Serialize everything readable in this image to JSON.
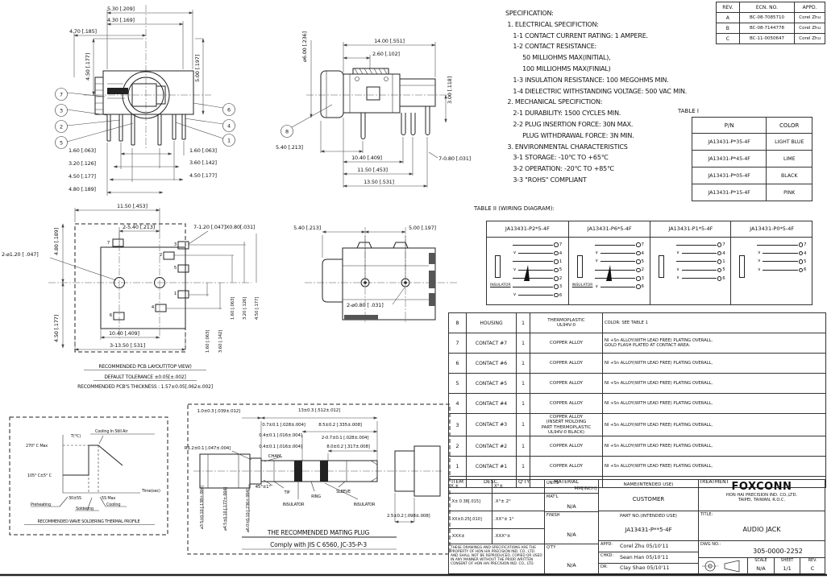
{
  "spec": {
    "lines": [
      "SPECIFICATION:",
      " 1. ELECTRICAL SPECIFICTION:",
      "    1-1 CONTACT CURRENT RATING: 1 AMPERE.",
      "    1-2 CONTACT RESISTANCE:",
      "         50 MILLIOHMS MAX(INITIAL),",
      "         100 MILLIOHMS MAX(FINIAL)",
      "    1-3 INSULATION RESISTANCE: 100 MEGOHMS MIN.",
      "    1-4 DIELECTRIC WITHSTANDING VOLTAGE: 500 VAC MIN.",
      " 2. MECHANICAL SPECIFICTION:",
      "    2-1 DURABILITY: 1500 CYCLES MIN.",
      "    2-2 PLUG INSERTION FORCE: 30N MAX.",
      "         PLUG WITHDRAWAL FORCE: 3N MIN.",
      " 3. ENVIRONMENTAL CHARACTERISTICS",
      "    3-1 STORAGE: -10℃ TO +65℃",
      "    3-2 OPERATION: -20℃ TO +85℃",
      "    3-3 \"ROHS\" COMPLIANT"
    ]
  },
  "rev": {
    "headers": [
      "REV.",
      "ECN. NO.",
      "APPD."
    ],
    "rows": [
      [
        "A",
        "BC-08-7085710",
        "Corel Zhu"
      ],
      [
        "B",
        "BC-08-7144778",
        "Corel Zhu"
      ],
      [
        "C",
        "BC-11-0050647",
        "Corel Zhu"
      ]
    ]
  },
  "table1": {
    "title": "TABLE I",
    "col_pn": "P/N",
    "col_color": "COLOR",
    "rows": [
      [
        "JA13431-P*35-4F",
        "LIGHT BLUE"
      ],
      [
        "JA13431-P*45-4F",
        "LIME"
      ],
      [
        "JA13431-P*05-4F",
        "BLACK"
      ],
      [
        "JA13431-P*15-4F",
        "PINK"
      ]
    ]
  },
  "table2": {
    "title": "TABLE II (WIRING DIAGRAM):",
    "insulator_label": "INSULATOR",
    "columns": [
      {
        "pn": "JA13431-P2*5-4F",
        "pins": [
          {
            "sw": "",
            "n": "7"
          },
          {
            "sw": "∨",
            "n": "4"
          },
          {
            "sw": "",
            "n": "1"
          },
          {
            "sw": "∨",
            "n": "5"
          },
          {
            "sw": "",
            "n": "2"
          },
          {
            "sw": "",
            "n": "3"
          },
          {
            "sw": "∨",
            "n": "6"
          }
        ]
      },
      {
        "pn": "JA13431-P6*5-4F",
        "pins": [
          {
            "sw": "",
            "n": "7"
          },
          {
            "sw": "∨",
            "n": "4"
          },
          {
            "sw": "∨",
            "n": "5"
          },
          {
            "sw": "",
            "n": "2"
          },
          {
            "sw": "",
            "n": "3"
          },
          {
            "sw": "∨",
            "n": "6"
          }
        ]
      },
      {
        "pn": "JA13431-P1*5-4F",
        "pins": [
          {
            "sw": "",
            "n": "7"
          },
          {
            "sw": "∨",
            "n": "4"
          },
          {
            "sw": "",
            "n": "1"
          },
          {
            "sw": "∨",
            "n": "5"
          },
          {
            "sw": "∨",
            "n": "6"
          }
        ]
      },
      {
        "pn": "JA13431-P0*5-4F",
        "pins": [
          {
            "sw": "",
            "n": "7"
          },
          {
            "sw": "∨",
            "n": "4"
          },
          {
            "sw": "∨",
            "n": "5"
          },
          {
            "sw": "∨",
            "n": "6"
          }
        ]
      }
    ]
  },
  "parts": {
    "rows": [
      {
        "item": "8",
        "desc": "HOUSING",
        "qty": "1",
        "mat": "THERMOPLASTIC\nUL94V-0",
        "trt": "COLOR: SEE TABLE 1"
      },
      {
        "item": "7",
        "desc": "CONTACT #7",
        "qty": "1",
        "mat": "COPPER ALLOY",
        "trt": "NI +Sn ALLOY(WITH LEAD FREE) PLATING OVERALL,\nGOLD FLASH PLATED  AT CONTACT AREA."
      },
      {
        "item": "6",
        "desc": "CONTACT #6",
        "qty": "1",
        "mat": "COPPER ALLOY",
        "trt": "NI +Sn ALLOY(WITH LEAD FREE) PLATING OVERALL,"
      },
      {
        "item": "5",
        "desc": "CONTACT #5",
        "qty": "1",
        "mat": "COPPER ALLOY",
        "trt": "NI +Sn ALLOY(WITH LEAD FREE) PLATING OVERALL,"
      },
      {
        "item": "4",
        "desc": "CONTACT #4",
        "qty": "1",
        "mat": "COPPER ALLOY",
        "trt": "NI +Sn ALLOY(WITH LEAD FREE) PLATING OVERALL,"
      },
      {
        "item": "3",
        "desc": "CONTACT #3",
        "qty": "1",
        "mat": "COPPER ALLOY\n(INSERT MOLDING\nPART THERMOPLASTIC\nUL94V-0  BLACK)",
        "trt": "NI +Sn ALLOY(WITH LEAD FREE) PLATING OVERALL,"
      },
      {
        "item": "2",
        "desc": "CONTACT #2",
        "qty": "1",
        "mat": "COPPER ALLOY",
        "trt": "NI +Sn ALLOY(WITH LEAD FREE) PLATING OVERALL,"
      },
      {
        "item": "1",
        "desc": "CONTACT #1",
        "qty": "1",
        "mat": "COPPER ALLOY",
        "trt": "NI +Sn ALLOY(WITH LEAD FREE) PLATING OVERALL,"
      }
    ],
    "footer": [
      "ITEM",
      "DESC.",
      "Q'TY",
      "MATERIAL",
      "TREATMENT"
    ]
  },
  "tblock": {
    "tol_r1c1": "X.±",
    "tol_r1c2": "X°±",
    "tol_r2c1": ".X± 0.38[.015]",
    "tol_r2c2": ".X°± 2°",
    "tol_r3c1": ".XX±0.25[.010]",
    "tol_r3c2": ".XX°± 1°",
    "tol_r4c1": ".XXX±",
    "tol_r4c2": ".XXX°±",
    "legal": "THESE DRAWINGS AND SPECIFICATIONS ARE THE PROPERTY OF HON HAI PRECISION IND. CO., LTD. AND SHALL NOT BE REPRODUCED, COPIED OR USED IN ANY MANNER WITHOUT THE PRIOR WRITTEN CONSENT OF HON HAI PRECISION IND. CO., LTD.",
    "units_label": "UNITS",
    "units_value": "MM[INCH]",
    "matl_label": "MAT'L",
    "matl_value": "N/A",
    "finish_label": "FINISH",
    "finish_value": "N/A",
    "qty_label": "Q'TY",
    "qty_value": "N/A",
    "name_label": "NAME(INTENDED USE)",
    "name_value": "CUSTOMER",
    "partno_label": "PART NO.(INTENDED USE)",
    "partno_value": "JA13431-P**5-4F",
    "appd_label": "APPD:",
    "appd_value": "Corel Zhu 05/10'11",
    "chkd_label": "CHKD:",
    "chkd_value": "Sean Han 05/10'11",
    "dr_label": "DR:",
    "dr_value": "Clay Shao 05/10'11",
    "brand": "FOXCONN",
    "company_line1": "HON HAI PRECISION IND. CO.,LTD.",
    "company_line2": "TAIPEI, TAIWAN, R.O.C.",
    "title_label": "TITLE:",
    "title_value": "AUDIO JACK",
    "dwg_label": "DWG NO.:",
    "dwg_value": "305-0000-2252",
    "scale_label": "SCALE",
    "scale_value": "N/A",
    "sheet_label": "SHEET",
    "sheet_value": "1/1",
    "rev_label": "REV.",
    "rev_value": "C"
  },
  "front": {
    "dims": [
      "5.30 [.209]",
      "4.30 [.169]",
      "4.70 [.185]",
      "4.50 [.177]",
      "5.00 [.197]",
      "1.60 [.063]",
      "3.20 [.126]",
      "4.50 [.177]",
      "4.80 [.189]",
      "1.60 [.063]",
      "3.60 [.142]",
      "4.50 [.177]"
    ],
    "balloons": [
      "7",
      "3",
      "2",
      "5",
      "6",
      "4",
      "1"
    ]
  },
  "side": {
    "dims": [
      "⌀6.00 [.236]",
      "14.00 [.551]",
      "2.60 [.102]",
      "3.00 [.118]",
      "5.40 [.213]",
      "10.40 [.409]",
      "11.50 [.453]",
      "13.50 [.531]",
      "7-0.80 [.031]"
    ],
    "balloon": "8"
  },
  "pcb": {
    "dims": [
      "11.50 [.453]",
      "4.80 [.189]",
      "2-5.40 [.213]",
      "7-1.20 [.047]X0.80[.031]",
      "2-⌀1.20 [ .047]",
      "1.60 [.063]",
      "3.20 [.126]",
      "4.50 [.177]",
      "1.60 [.063]",
      "3.60 [.142]",
      "10.40 [.409]",
      "3-13.50 [.531]",
      "4.50 [.177]"
    ],
    "pads": [
      "7",
      "3",
      "2",
      "5",
      "1",
      "4",
      "6"
    ],
    "captions": [
      "RECOMMENDED PCB LAYOUT(TOP VIEW)",
      "DEFAULT TOLERANCE ±0.05[±.002]",
      "RECOMMENDED PCB'S THICKNESS : 1.57±0.05[.062±.002]"
    ]
  },
  "bottom": {
    "dims": [
      "5.40 [.213]",
      "5.00 [.197]",
      "2-⌀0.80 [ .031]"
    ]
  },
  "thermal": {
    "y_axis": "T(°C)",
    "max_temp": "270° C Max",
    "preheat_temp": "105° C±5° C",
    "x_axis": "Time(sec)",
    "cooling_note": "Cooling In Still Air",
    "time1": "30±5S",
    "time2": "5S Max",
    "zone1": "Preheating",
    "zone2": "Soldering",
    "zone3": "Cooling",
    "caption": "RECOMMENDED WAVE SOLDERING THERMAL PROFILE"
  },
  "plug": {
    "dims": [
      "1.0±0.3 [.039±.012]",
      "13±0.3 [.512±.012]",
      "0.7±0.1 [.028±.004]",
      "8.5±0.2 [.335±.008]",
      "0.4±0.1 [.016±.004]",
      "2-0.7±0.1 [.028±.004]",
      "0.4±0.1 [.016±.004]",
      "8.0±0.2 [.317±.008]",
      "R1.2±0.1 [.047±.004]",
      "CHAM.",
      "45°±1°",
      "2.5±0.2 [.098±.008]",
      "⌀3.5±0.10 [.138±.004]",
      "⌀4.5±0.10 [.177±.004]",
      "⌀6.0±0.10 [.236±.004]"
    ],
    "part_labels": [
      "TIP",
      "RING",
      "SLEEVE",
      "INSULATOR",
      "INSULATOR"
    ],
    "captions": [
      "THE RECOMMENDED MATING PLUG",
      "Comply with JIS C 6560, JC-35-P-3"
    ]
  }
}
